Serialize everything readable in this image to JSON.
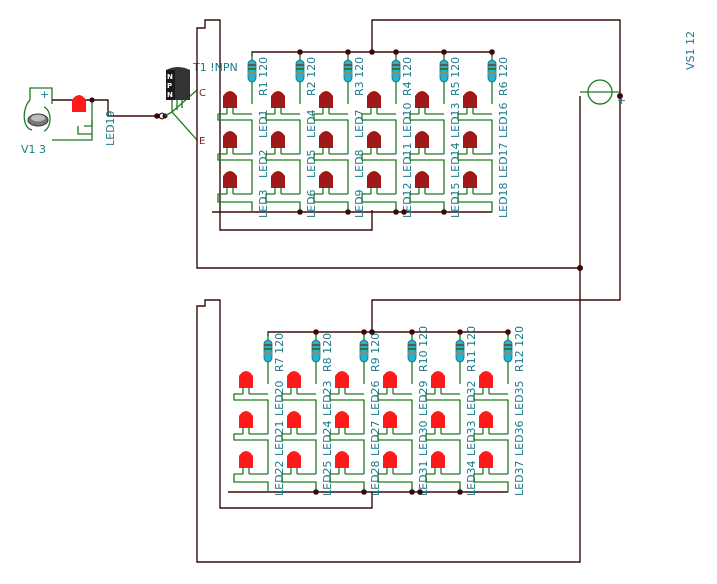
{
  "diagram": {
    "type": "circuit-schematic",
    "battery": {
      "label": "V1 3",
      "polarity": "+"
    },
    "indicator_led": {
      "label": "LED19",
      "color": "#ff1a1a"
    },
    "transistor": {
      "label": "T1 !NPN",
      "marking": "NPN",
      "pin_c": "C",
      "pin_e": "E"
    },
    "supply": {
      "label": "VS1 12",
      "polarity": "+"
    },
    "top_bank": {
      "led_color": "#a01818",
      "columns": [
        {
          "resistor": "R1 120",
          "leds": [
            "LED1",
            "LED2",
            "LED3"
          ]
        },
        {
          "resistor": "R2 120",
          "leds": [
            "LED4",
            "LED5",
            "LED6"
          ]
        },
        {
          "resistor": "R3 120",
          "leds": [
            "LED7",
            "LED8",
            "LED9"
          ]
        },
        {
          "resistor": "R4 120",
          "leds": [
            "LED10",
            "LED11",
            "LED12"
          ]
        },
        {
          "resistor": "R5 120",
          "leds": [
            "LED13",
            "LED14",
            "LED15"
          ]
        },
        {
          "resistor": "R6 120",
          "leds": [
            "LED16",
            "LED17",
            "LED18"
          ]
        }
      ]
    },
    "bottom_bank": {
      "led_color": "#ff1a1a",
      "columns": [
        {
          "resistor": "R7 120",
          "leds": [
            "LED20",
            "LED21",
            "LED22"
          ]
        },
        {
          "resistor": "R8 120",
          "leds": [
            "LED23",
            "LED24",
            "LED25"
          ]
        },
        {
          "resistor": "R9 120",
          "leds": [
            "LED26",
            "LED27",
            "LED28"
          ]
        },
        {
          "resistor": "R10 120",
          "leds": [
            "LED29",
            "LED30",
            "LED31"
          ]
        },
        {
          "resistor": "R11 120",
          "leds": [
            "LED32",
            "LED33",
            "LED34"
          ]
        },
        {
          "resistor": "R12 120",
          "leds": [
            "LED35",
            "LED36",
            "LED37"
          ]
        }
      ]
    }
  }
}
